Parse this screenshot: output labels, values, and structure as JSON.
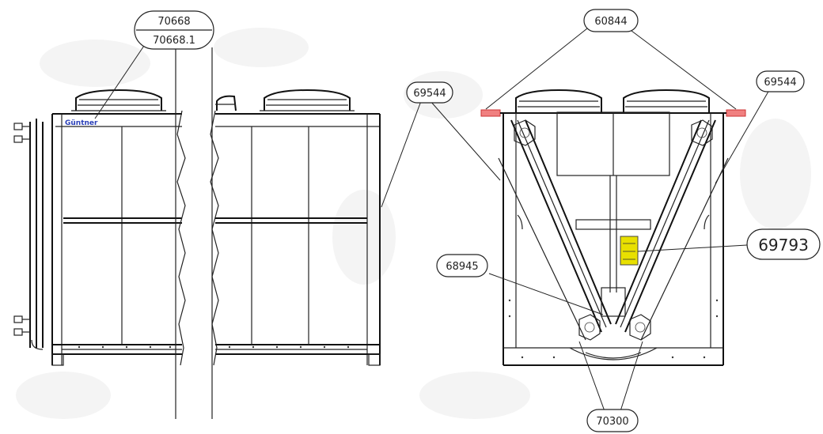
{
  "callouts": {
    "left_top_upper": "70668",
    "left_top_lower": "70668.1",
    "left_side": "69544",
    "right_top": "60844",
    "right_side": "69544",
    "right_center": "69793",
    "right_left": "68945",
    "right_bottom": "70300"
  },
  "brand_label": "Güntner",
  "colors": {
    "brand_blue": "#2a3fb8",
    "highlight_red": "#f08080",
    "warning_yellow": "#e8e000"
  }
}
